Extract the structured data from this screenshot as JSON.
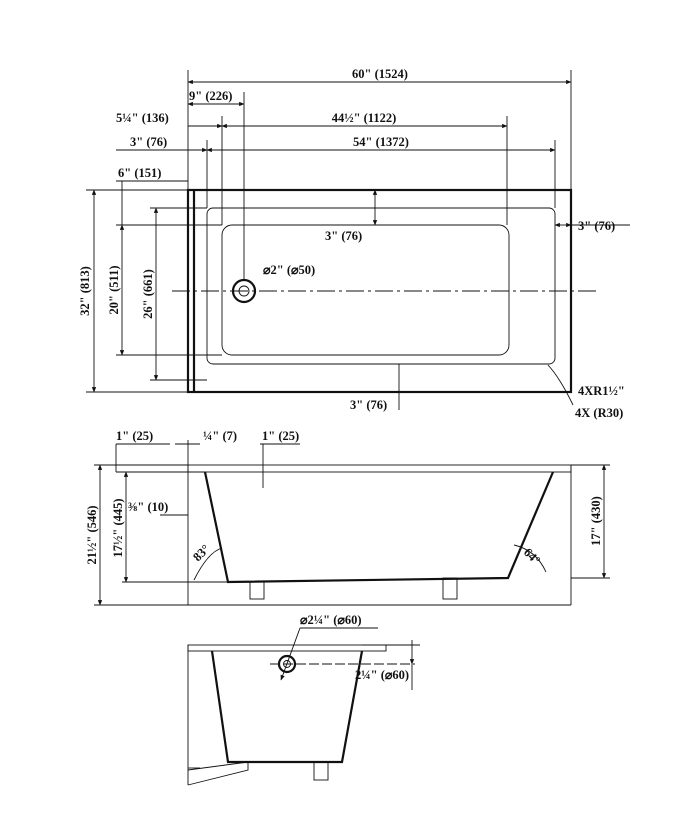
{
  "top_view": {
    "dims": {
      "overall_length": "60\" (1524)",
      "drain_offset": "9\" (226)",
      "offset_5_1_4": "5¼\" (136)",
      "inner_length_44": "44½\" (1122)",
      "rim_3": "3\" (76)",
      "inner_length_54": "54\" (1372)",
      "offset_6": "6\" (151)",
      "overall_width": "32\" (813)",
      "inner_width_20": "20\" (511)",
      "inner_width_26": "26\" (661)",
      "end_rim_3": "3\" (76)",
      "inner_rim_3": "3\" (76)",
      "bottom_rim_3": "3\" (76)",
      "drain_dia": "⌀2\" (⌀50)",
      "corner_radius_1": "4XR1½\"",
      "corner_radius_2": "4X (R30)"
    }
  },
  "side_view": {
    "dims": {
      "lip_1a": "1\" (25)",
      "lip_1_4": "¼\" (7)",
      "lip_1b": "1\" (25)",
      "height_overall": "21½\" (546)",
      "height_inner": "17½\" (445)",
      "skirt_3_8": "⅜\" (10)",
      "height_17": "17\" (430)",
      "angle_left": "83°",
      "angle_right": "64°"
    }
  },
  "end_view": {
    "dims": {
      "overflow_dia": "⌀2¼\" (⌀60)",
      "overflow_offset": "2¼\" (⌀60)"
    }
  }
}
